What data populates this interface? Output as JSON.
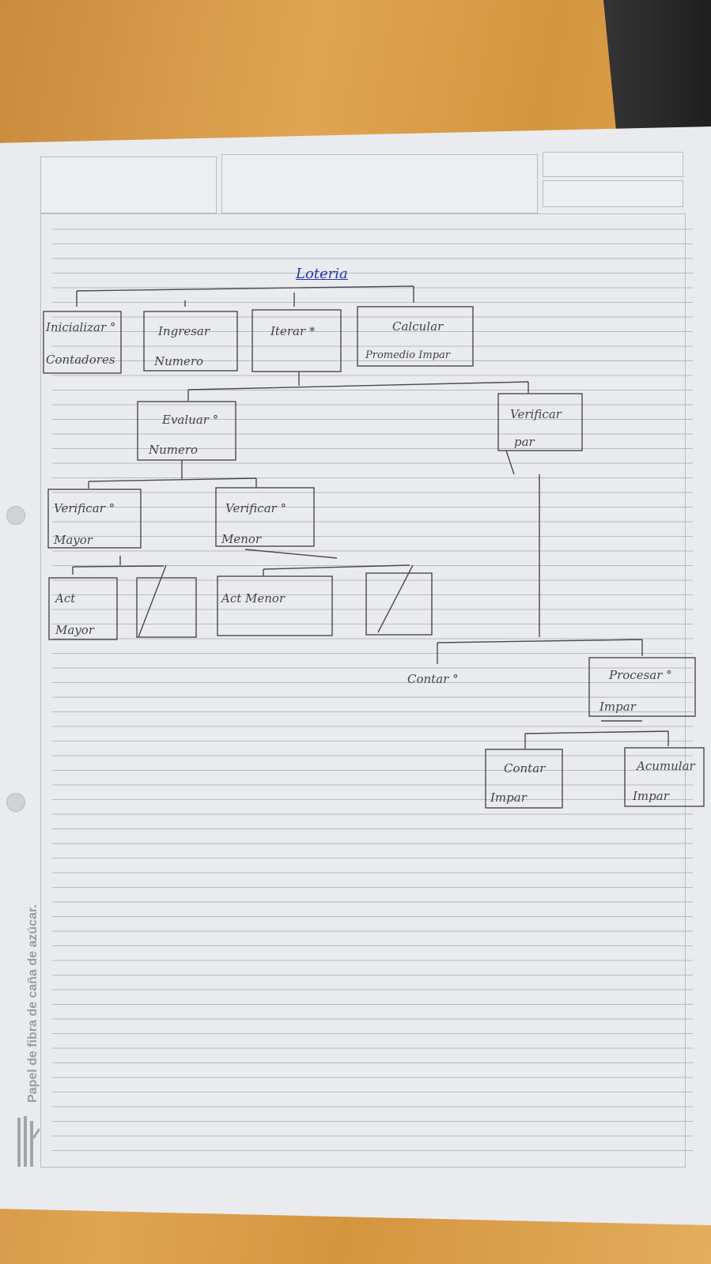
{
  "margin_text": "Papel de fibra de caña de azúcar.",
  "diagram": {
    "root": "Loteria",
    "nodes": {
      "inicializar": [
        "Inicializar °",
        "Contadores"
      ],
      "ingresar": [
        "Ingresar",
        "Numero"
      ],
      "iterar": [
        "Iterar *"
      ],
      "calcular": [
        "Calcular",
        "Promedio Impar"
      ],
      "evaluar": [
        "Evaluar °",
        "Numero"
      ],
      "verificar_par": [
        "Verificar",
        "par"
      ],
      "verificar_mayor": [
        "Verificar °",
        "Mayor"
      ],
      "verificar_menor": [
        "Verificar °",
        "Menor"
      ],
      "act_mayor": [
        "Act",
        "Mayor"
      ],
      "act_menor": [
        "Act Menor"
      ],
      "contar": [
        "Contar °"
      ],
      "procesar_impar": [
        "Procesar °",
        "Impar"
      ],
      "contar_impar": [
        "Contar",
        "Impar"
      ],
      "acumular_impar": [
        "Acumular",
        "Impar"
      ]
    }
  },
  "colors": {
    "ink": "#444444",
    "title_ink": "#2438a8",
    "paper": "#e9ebef",
    "wood": "#d99d4b"
  }
}
